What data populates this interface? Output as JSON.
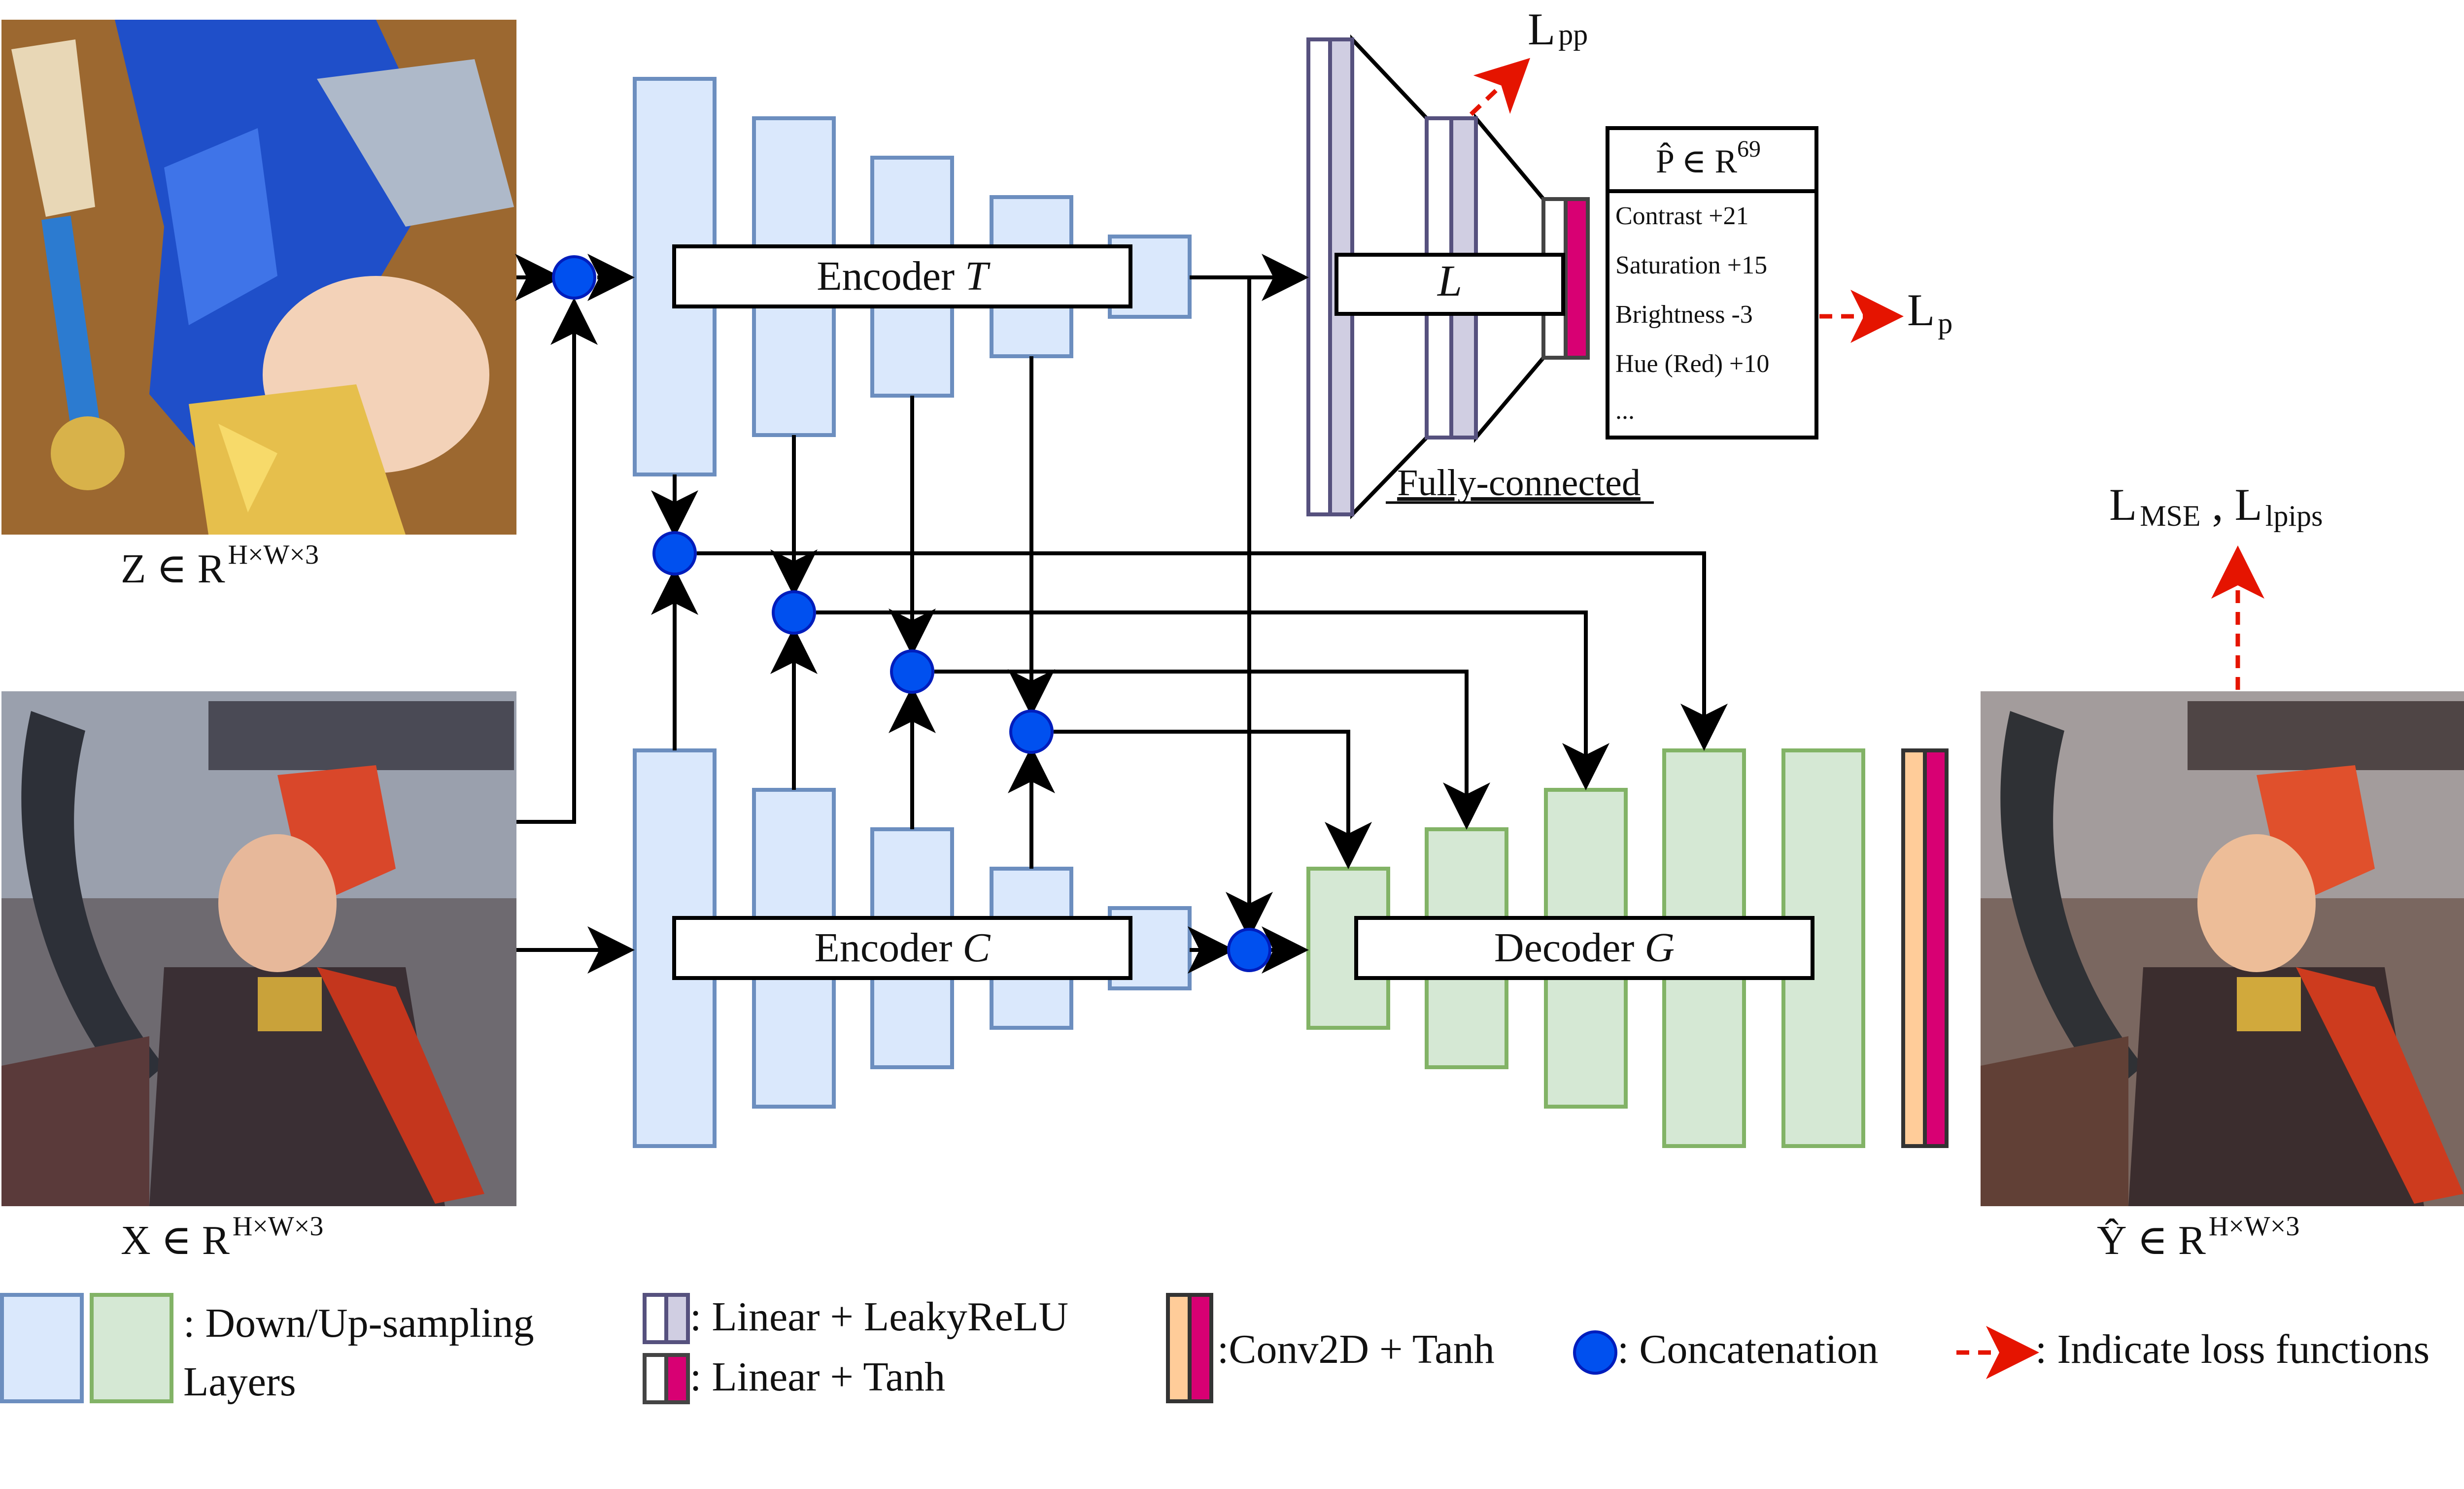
{
  "colors": {
    "down_block_fill": "#dae8fc",
    "down_block_stroke": "#6c8ebf",
    "up_block_fill": "#d5e8d4",
    "up_block_stroke": "#82b366",
    "fc_fill": "#d0cee2",
    "fc_stroke": "#56517e",
    "tanh_fill": "#d80073",
    "conv_fill": "#ffcc99",
    "concat_fill": "#0050ef",
    "loss_arrow": "#e51400"
  },
  "images": {
    "z": {
      "name": "reference-image-z",
      "caption_main": "Z ∈ R",
      "caption_sup": "H×W×3"
    },
    "x": {
      "name": "input-image-x",
      "caption_main": "X ∈ R",
      "caption_sup": "H×W×3"
    },
    "y": {
      "name": "output-image-y-hat",
      "caption_main": "Ŷ ∈ R",
      "caption_sup": "H×W×3"
    }
  },
  "encoder_t": {
    "label": "Encoder ",
    "italic": "T"
  },
  "encoder_c": {
    "label": "Encoder ",
    "italic": "C"
  },
  "decoder_g": {
    "label": "Decoder ",
    "italic": "G"
  },
  "fc": {
    "label": "L",
    "caption": "Fully-connected"
  },
  "param_box": {
    "title_main": "P̂ ∈ R",
    "title_sup": "69",
    "items": [
      "Contrast +21",
      "Saturation +15",
      "Brightness -3",
      "Hue (Red) +10",
      "..."
    ]
  },
  "losses": {
    "lpp": {
      "main": "L",
      "sub": "pp"
    },
    "lp": {
      "main": "L",
      "sub": "p"
    },
    "lmse": {
      "main": "L",
      "sub": "MSE"
    },
    "sep": " , ",
    "llpips": {
      "main": "L",
      "sub": "lpips"
    }
  },
  "legend": {
    "updown_line1": ": Down/Up-sampling",
    "updown_line2": "Layers",
    "linear_leaky": ": Linear + LeakyReLU",
    "linear_tanh": ": Linear + Tanh",
    "conv_tanh": ":Conv2D + Tanh",
    "concat": ": Concatenation",
    "loss": ": Indicate loss functions"
  }
}
